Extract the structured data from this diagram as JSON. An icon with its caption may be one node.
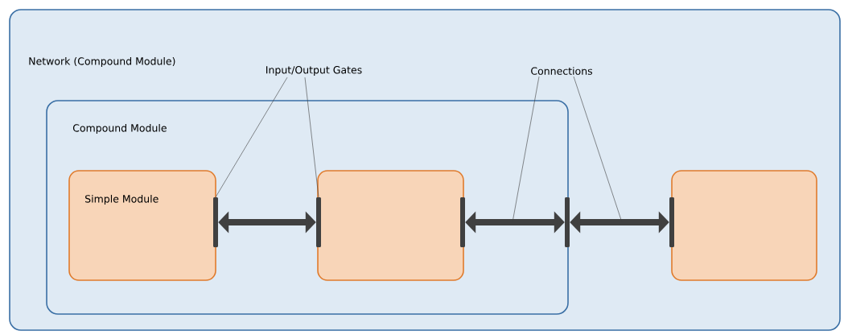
{
  "diagram": {
    "nodes": [
      {
        "text": [
          "Network (Compound Module)"
        ]
      },
      {
        "text": [
          "Input/Output Gates"
        ],
        "in": 0
      },
      {
        "text": [
          "Connections"
        ],
        "in": 0
      },
      {
        "text": [
          "Compound Module"
        ],
        "in": 0
      },
      {
        "text": [
          "Simple Module"
        ],
        "in": 3
      },
      {
        "text": [],
        "shape": "box",
        "in": 3
      },
      {
        "text": [],
        "shape": "box",
        "in": 0
      },
      {
        "text": [],
        "shape": "bar",
        "in": 3
      },
      {
        "text": [],
        "shape": "bar",
        "in": 5
      },
      {
        "text": [],
        "shape": "bar",
        "in": 5
      },
      {
        "text": [],
        "shape": "bar",
        "in": 3
      },
      {
        "text": [],
        "shape": "bar",
        "in": 0
      }
    ],
    "edges": [
      {
        "from": 7,
        "to": 8,
        "arrow": "both",
        "style": "thick"
      },
      {
        "from": 9,
        "to": 10,
        "arrow": "both",
        "style": "thick"
      },
      {
        "from": 10,
        "to": 11,
        "arrow": "both",
        "style": "thick"
      },
      {
        "from": 1,
        "to": 7,
        "arrow": "none"
      },
      {
        "from": 1,
        "to": 8,
        "arrow": "none"
      },
      {
        "from": 2,
        "to": null,
        "arrow": "none"
      },
      {
        "from": 2,
        "to": null,
        "arrow": "none"
      }
    ]
  }
}
